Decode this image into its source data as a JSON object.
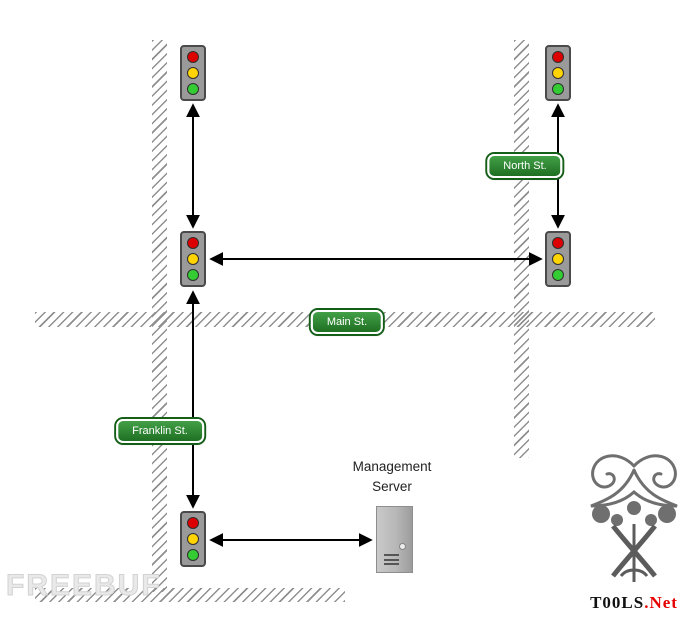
{
  "diagram": {
    "street_labels": {
      "north": "North St.",
      "main": "Main St.",
      "franklin": "Franklin St."
    },
    "server": {
      "line1": "Management",
      "line2": "Server"
    },
    "traffic_light_lamp_colors": [
      "#dd0000",
      "#ffd400",
      "#33cc33"
    ]
  },
  "watermarks": {
    "freebuf": "FREEBUF",
    "tools_logo_main": "T00LS",
    "tools_logo_suffix": ".Net"
  },
  "colors": {
    "street_label_background": "#2f8b2f",
    "street_label_border_outer": "#155e18",
    "street_label_text": "#ffffff",
    "road_hatch": "#8f8f8f",
    "arrow": "#000000",
    "traffic_light_body": "#9a9a9a",
    "server_body": "#b7b7b7",
    "logo_suffix_red": "#e60000"
  }
}
